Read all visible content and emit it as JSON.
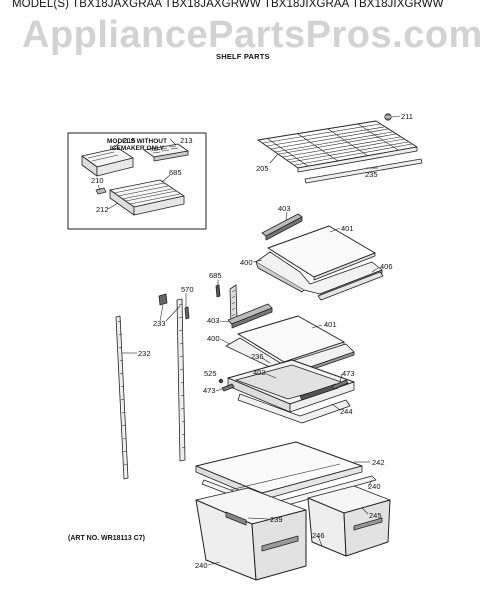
{
  "header": {
    "models": "MODEL(S) TBX18JAXGRAA  TBX18JAXGRWW  TBX18JIXGRAA  TBX18JIXGRWW",
    "watermark": "AppliancePartsPros.com",
    "subtitle": "SHELF PARTS"
  },
  "inset": {
    "title_line1": "MODELS WITHOUT",
    "title_line2": "ICEMAKER ONLY"
  },
  "callouts": {
    "c211": "211",
    "c205": "205",
    "c235": "235",
    "c215": "215",
    "c213": "213",
    "c210": "210",
    "c685a": "685",
    "c212": "212",
    "c403a": "403",
    "c401a": "401",
    "c400a": "400",
    "c406": "406",
    "c685b": "685",
    "c570": "570",
    "c233": "233",
    "c232": "232",
    "c403b": "403",
    "c401b": "401",
    "c400b": "400",
    "c236": "236",
    "c402": "402",
    "c525": "525",
    "c473a": "473",
    "c473b": "473",
    "c244": "244",
    "c242": "242",
    "c240a": "240",
    "c245": "245",
    "c239": "239",
    "c246": "246",
    "c240b": "240"
  },
  "footer": {
    "art_no": "(ART NO. WR18113 C7)"
  }
}
